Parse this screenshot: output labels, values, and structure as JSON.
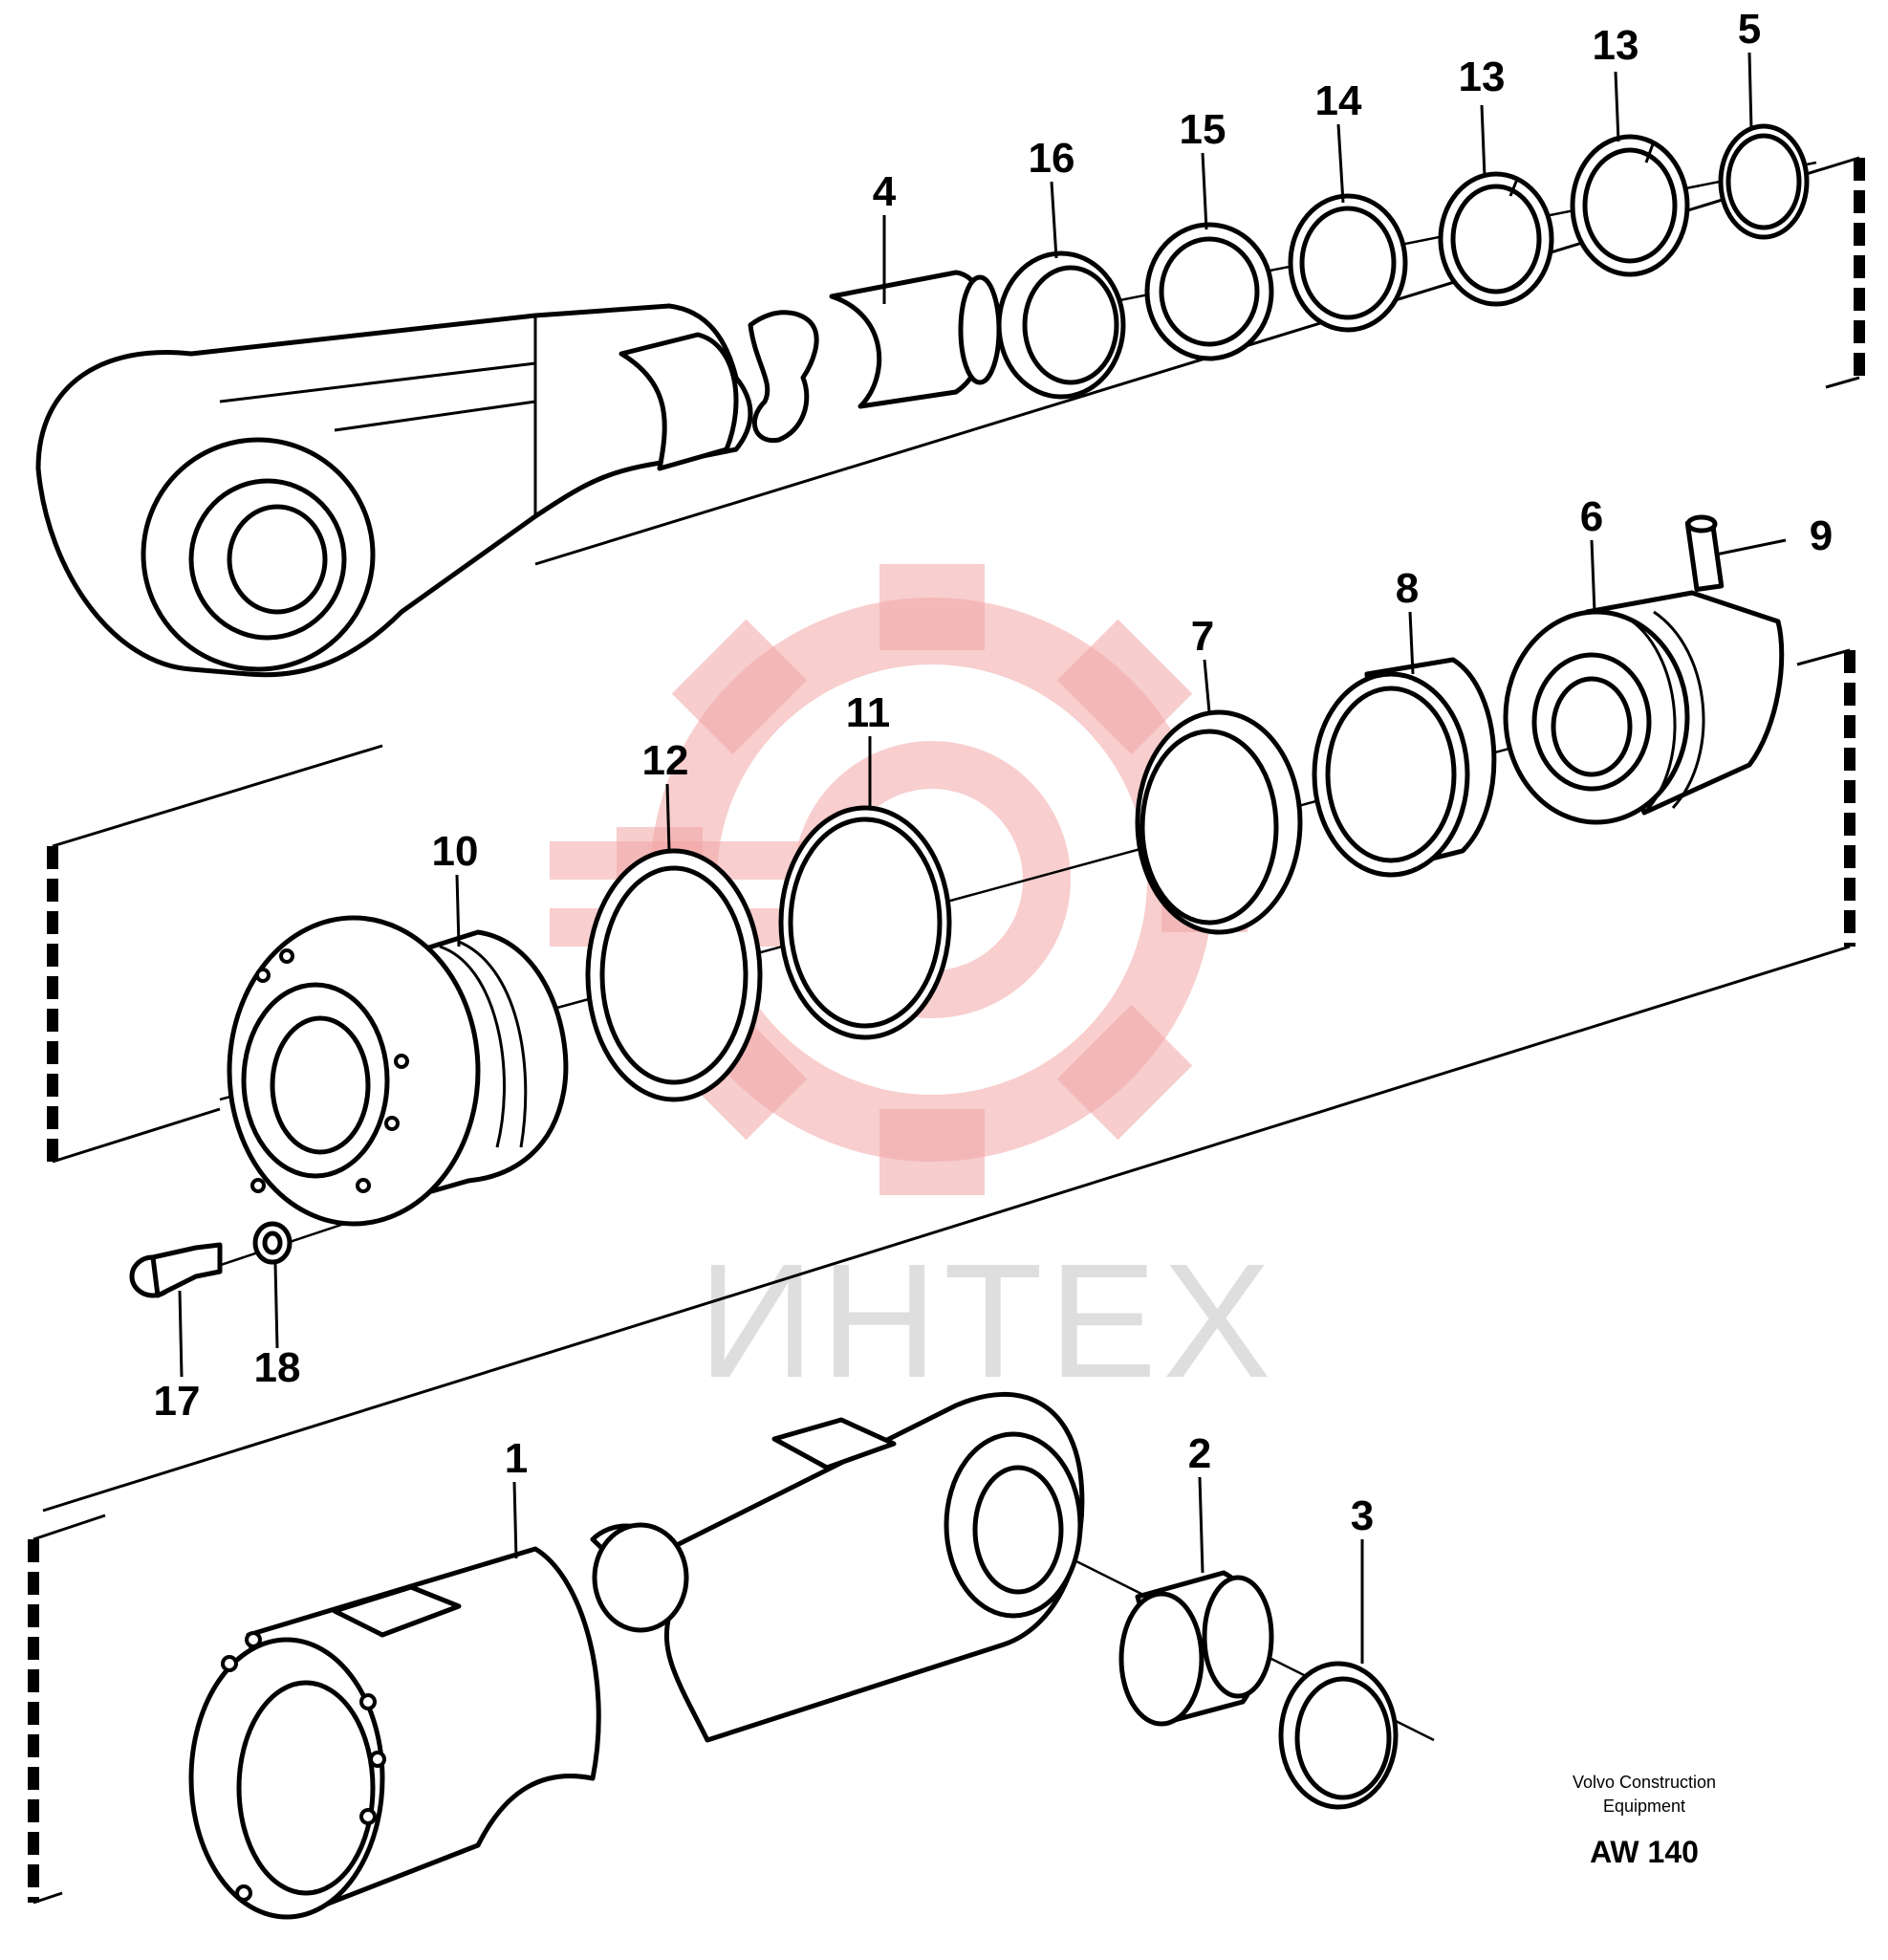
{
  "watermark": {
    "text": "ИНТЕХ",
    "logo": "gear-logo"
  },
  "callouts": {
    "c1": "1",
    "c2": "2",
    "c3": "3",
    "c4": "4",
    "c5": "5",
    "c6": "6",
    "c7": "7",
    "c8": "8",
    "c9": "9",
    "c10": "10",
    "c11": "11",
    "c12": "12",
    "c13a": "13",
    "c13b": "13",
    "c14": "14",
    "c15": "15",
    "c16": "16",
    "c17": "17",
    "c18": "18"
  },
  "caption": {
    "line1": "Volvo Construction",
    "line2": "Equipment",
    "code": "AW 140"
  },
  "colors": {
    "line": "#000000",
    "watermark": "#f2a5a5",
    "watermark_text": "#d6d6d6"
  }
}
